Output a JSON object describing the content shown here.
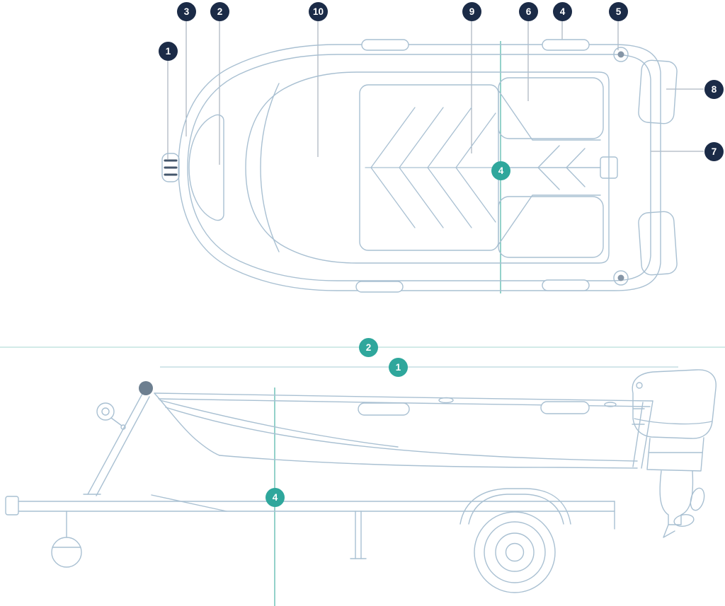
{
  "colors": {
    "badge_dark": "#1b2b47",
    "badge_teal": "#2fa79c",
    "line_art": "#a9c0d2",
    "leader_line": "#97a3b1",
    "teal_line": "#4cb3a7",
    "teal_line_light": "#b7dfda"
  },
  "top_view": {
    "dark_callouts": [
      {
        "label": "1"
      },
      {
        "label": "2"
      },
      {
        "label": "3"
      },
      {
        "label": "4"
      },
      {
        "label": "5"
      },
      {
        "label": "6"
      },
      {
        "label": "7"
      },
      {
        "label": "8"
      },
      {
        "label": "9"
      },
      {
        "label": "10"
      }
    ],
    "teal_callout": {
      "label": "4"
    }
  },
  "side_view": {
    "teal_callouts": [
      {
        "label": "2"
      },
      {
        "label": "1"
      },
      {
        "label": "4"
      }
    ]
  }
}
